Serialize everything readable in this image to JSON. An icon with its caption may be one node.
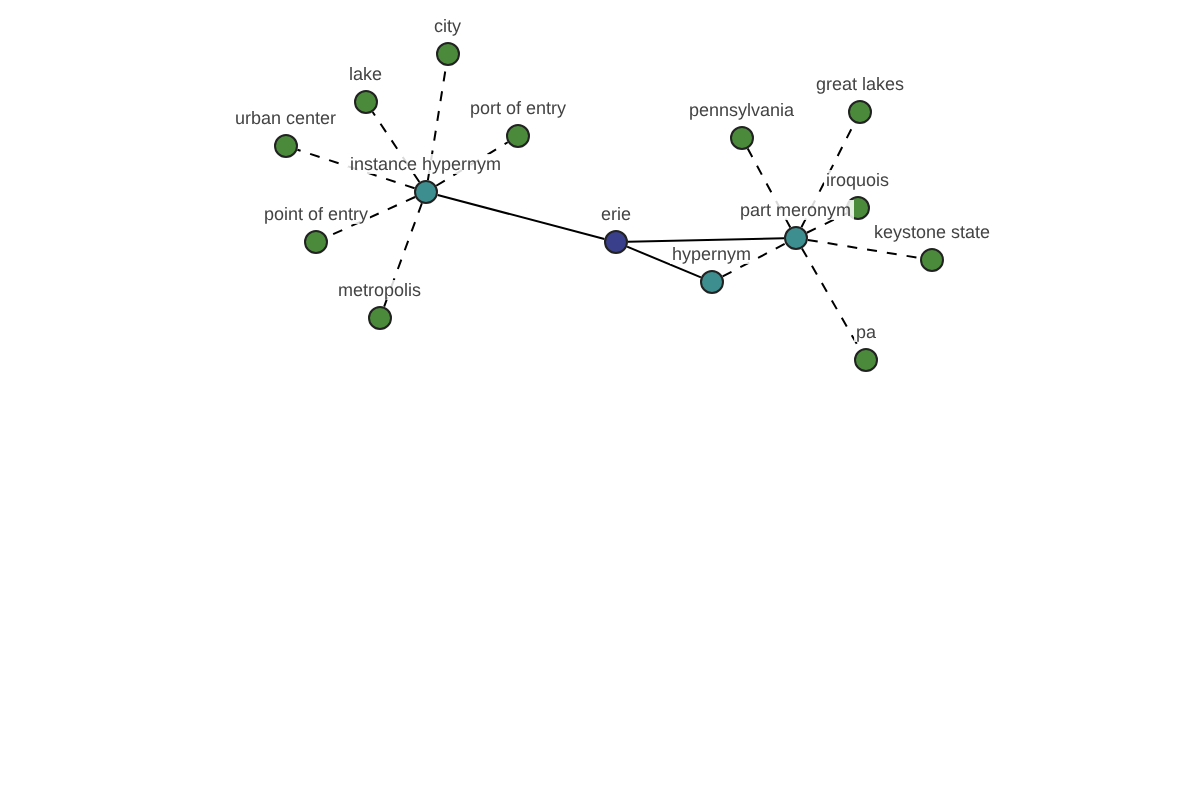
{
  "diagram": {
    "nodes": [
      {
        "text": [
          "erie"
        ]
      },
      {
        "text": [
          "instance hypernym"
        ]
      },
      {
        "text": [
          "hypernym"
        ]
      },
      {
        "text": [
          "part meronym"
        ]
      },
      {
        "text": [
          "city"
        ]
      },
      {
        "text": [
          "lake"
        ]
      },
      {
        "text": [
          "port of entry"
        ]
      },
      {
        "text": [
          "urban center"
        ]
      },
      {
        "text": [
          "point of entry"
        ]
      },
      {
        "text": [
          "metropolis"
        ]
      },
      {
        "text": [
          "pennsylvania"
        ]
      },
      {
        "text": [
          "great lakes"
        ]
      },
      {
        "text": [
          "iroquois"
        ]
      },
      {
        "text": [
          "keystone state"
        ]
      },
      {
        "text": [
          "pa"
        ]
      }
    ],
    "edges": [
      {
        "from": 0,
        "to": 1,
        "arrow": "none"
      },
      {
        "from": 0,
        "to": 2,
        "arrow": "none"
      },
      {
        "from": 0,
        "to": 3,
        "arrow": "none"
      },
      {
        "from": 1,
        "to": 4,
        "arrow": "none",
        "style": "dashed"
      },
      {
        "from": 1,
        "to": 5,
        "arrow": "none",
        "style": "dashed"
      },
      {
        "from": 1,
        "to": 6,
        "arrow": "none",
        "style": "dashed"
      },
      {
        "from": 1,
        "to": 7,
        "arrow": "none",
        "style": "dashed"
      },
      {
        "from": 1,
        "to": 8,
        "arrow": "none",
        "style": "dashed"
      },
      {
        "from": 1,
        "to": 9,
        "arrow": "none",
        "style": "dashed"
      },
      {
        "from": 2,
        "to": 3,
        "arrow": "none",
        "style": "dashed"
      },
      {
        "from": 3,
        "to": 10,
        "arrow": "none",
        "style": "dashed"
      },
      {
        "from": 3,
        "to": 11,
        "arrow": "none",
        "style": "dashed"
      },
      {
        "from": 3,
        "to": 12,
        "arrow": "none",
        "style": "dashed"
      },
      {
        "from": 3,
        "to": 13,
        "arrow": "none",
        "style": "dashed"
      },
      {
        "from": 3,
        "to": 14,
        "arrow": "none",
        "style": "dashed"
      }
    ]
  }
}
